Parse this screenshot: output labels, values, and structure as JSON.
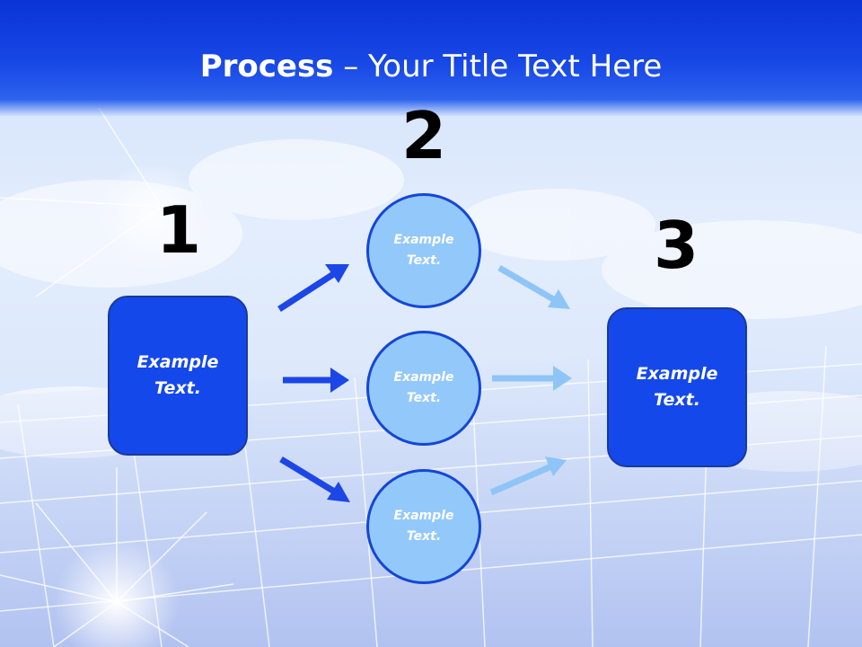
{
  "title": {
    "bold": "Process",
    "rest": " – Your Title Text Here"
  },
  "steps": {
    "one": "1",
    "two": "2",
    "three": "3"
  },
  "nodes": {
    "start_box": "Example Text.",
    "circle_top": "Example Text.",
    "circle_middle": "Example Text.",
    "circle_bottom": "Example Text.",
    "end_box": "Example Text."
  },
  "colors": {
    "title_band": "#1848e6",
    "box_fill": "#1448ea",
    "circle_fill": "#93c8fb",
    "arrow_dark": "#1c47e6",
    "arrow_light": "#8ec5f6"
  }
}
